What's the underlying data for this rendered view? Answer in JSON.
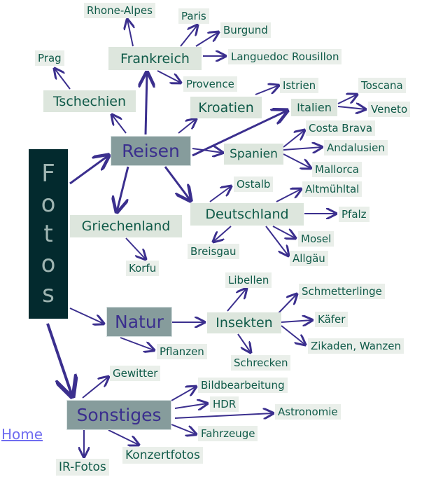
{
  "root": {
    "letters": [
      "F",
      "o",
      "t",
      "o",
      "s"
    ]
  },
  "main": {
    "reisen": "Reisen",
    "natur": "Natur",
    "sonstiges": "Sonstiges"
  },
  "mid": {
    "frankreich": "Frankreich",
    "tschechien": "Tschechien",
    "kroatien": "Kroatien",
    "griechenland": "Griechenland",
    "deutschland": "Deutschland",
    "spanien": "Spanien",
    "italien": "Italien",
    "insekten": "Insekten"
  },
  "leaf": {
    "rhone": "Rhone-Alpes",
    "paris": "Paris",
    "burgund": "Burgund",
    "languedoc": "Languedoc Rousillon",
    "prag": "Prag",
    "provence": "Provence",
    "istrien": "Istrien",
    "toscana": "Toscana",
    "veneto": "Veneto",
    "costa": "Costa Brava",
    "andalusien": "Andalusien",
    "mallorca": "Mallorca",
    "ostalb": "Ostalb",
    "altmuehltal": "Altmühltal",
    "pfalz": "Pfalz",
    "mosel": "Mosel",
    "allgaeu": "Allgäu",
    "breisgau": "Breisgau",
    "korfu": "Korfu",
    "libellen": "Libellen",
    "schmetterlinge": "Schmetterlinge",
    "kaefer": "Käfer",
    "zikaden": "Zikaden, Wanzen",
    "schrecken": "Schrecken",
    "pflanzen": "Pflanzen",
    "gewitter": "Gewitter",
    "bildbearbeitung": "Bildbearbeitung",
    "hdr": "HDR",
    "astronomie": "Astronomie",
    "fahrzeuge": "Fahrzeuge",
    "konzertfotos": "Konzertfotos",
    "irfotos": "IR-Fotos"
  },
  "home_link": "Home",
  "colors": {
    "arrow": "#3b2f8e",
    "root_bg": "#032a2e",
    "main_bg": "#869c9c",
    "leaf_text": "#0f5a48"
  }
}
